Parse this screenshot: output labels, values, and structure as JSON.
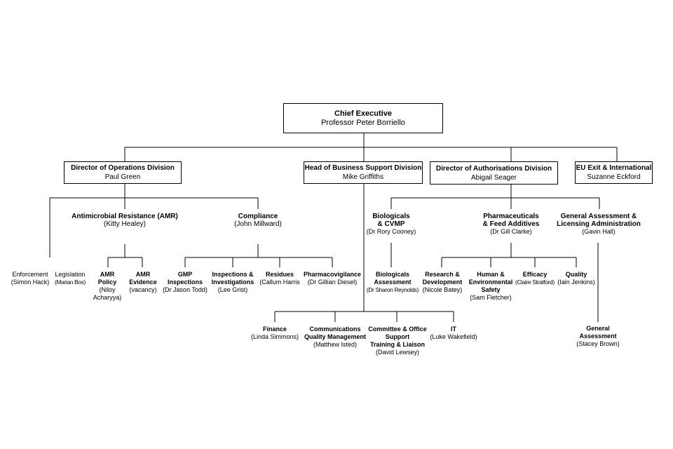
{
  "ceo": {
    "title": "Chief Executive",
    "name": "Professor Peter Borriello"
  },
  "divisions": {
    "operations": {
      "title": "Director of Operations Division",
      "name": "Paul Green"
    },
    "business": {
      "title": "Head of Business Support Division",
      "name": "Mike Griffiths"
    },
    "authorisations": {
      "title": "Director of Authorisations Division",
      "name": "Abigail Seager"
    },
    "eu": {
      "title": "EU Exit & International",
      "name": "Suzanne Eckford"
    }
  },
  "operations": {
    "amr": {
      "title": "Antimicrobial Resistance (AMR)",
      "name": "(Kitty Healey)"
    },
    "compliance": {
      "title": "Compliance",
      "name": "(John Millward)"
    },
    "enforcement": {
      "title": "Enforcement",
      "name": "(Simon Hack)"
    },
    "legislation": {
      "title": "Legislation",
      "name": "(Marian Bos)"
    },
    "amr_policy": {
      "title1": "AMR",
      "title2": "Policy",
      "name1": "(Niloy",
      "name2": "Acharyya)"
    },
    "amr_evidence": {
      "title1": "AMR",
      "title2": "Evidence",
      "name": "(vacancy)"
    },
    "gmp": {
      "title1": "GMP",
      "title2": "Inspections",
      "name": "(Dr Jason Todd)"
    },
    "inspections": {
      "title1": "Inspections &",
      "title2": "Investigations",
      "name": "(Lee Grist)"
    },
    "residues": {
      "title": "Residues",
      "name": "(Callum Harris"
    },
    "pharmacovigilance": {
      "title": "Pharmacovigilance",
      "name": "(Dr Gillian Diesel)"
    }
  },
  "business": {
    "finance": {
      "title": "Finance",
      "name": "(Linda Simmons)"
    },
    "communications": {
      "title1": "Communications",
      "title2": "Quality Management",
      "name": "(Matthew Isted)"
    },
    "committee": {
      "title1": "Committee & Office",
      "title2": "Support",
      "title3": "Training & Liaison",
      "name": "(David Lewsey)"
    },
    "it": {
      "title": "IT",
      "name": "(Luke Wakefield)"
    }
  },
  "authorisations": {
    "biologicals": {
      "title1": "Biologicals",
      "title2": "& CVMP",
      "name": "(Dr Rory Cooney)"
    },
    "pharmaceuticals": {
      "title1": "Pharmaceuticals",
      "title2": "& Feed Additives",
      "name": "(Dr Gill Clarke)"
    },
    "general": {
      "title1": "General Assessment  &",
      "title2": "Licensing Administration",
      "name": "(Gavin Hall)"
    },
    "bio_assessment": {
      "title1": "Biologicals",
      "title2": "Assessment",
      "name": "(Dr Sharon Reynolds)"
    },
    "research": {
      "title1": "Research &",
      "title2": "Development",
      "name": "(Nicole Batey)"
    },
    "human_env": {
      "title1": "Human &",
      "title2": "Environmental",
      "title3": "Safety",
      "name": "(Sam Fletcher)"
    },
    "efficacy": {
      "title": "Efficacy",
      "name": "(Claire Stratford)"
    },
    "quality": {
      "title": "Quality",
      "name": "(Iain Jenkins)"
    },
    "gen_assessment": {
      "title1": "General",
      "title2": "Assessment",
      "name": "(Stacey Brown)"
    }
  }
}
